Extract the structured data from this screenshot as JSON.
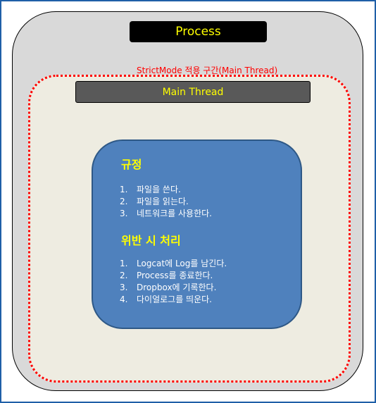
{
  "process": {
    "label": "Process"
  },
  "strictmode_zone": {
    "label": "StrictMode 적용 구간(Main Thread)"
  },
  "main_thread": {
    "label": "Main Thread"
  },
  "rules": {
    "title": "규정",
    "items": [
      {
        "num": "1.",
        "text": "파일을 쓴다."
      },
      {
        "num": "2.",
        "text": "파일을 읽는다."
      },
      {
        "num": "3.",
        "text": "네트워크를 사용한다."
      }
    ]
  },
  "violation": {
    "title": "위반 시 처리",
    "items": [
      {
        "num": "1.",
        "text": "Logcat에 Log를 남긴다."
      },
      {
        "num": "2.",
        "text": "Process를 종료한다."
      },
      {
        "num": "3.",
        "text": "Dropbox에 기록한다."
      },
      {
        "num": "4.",
        "text": "다이얼로그를 띄운다."
      }
    ]
  },
  "colors": {
    "frame_border": "#1f5fa8",
    "process_fill": "#d9d9d9",
    "label_text": "#ffff00",
    "strict_border": "#ff0000",
    "zone_fill": "#eeece1",
    "card_fill": "#4f81bd"
  }
}
